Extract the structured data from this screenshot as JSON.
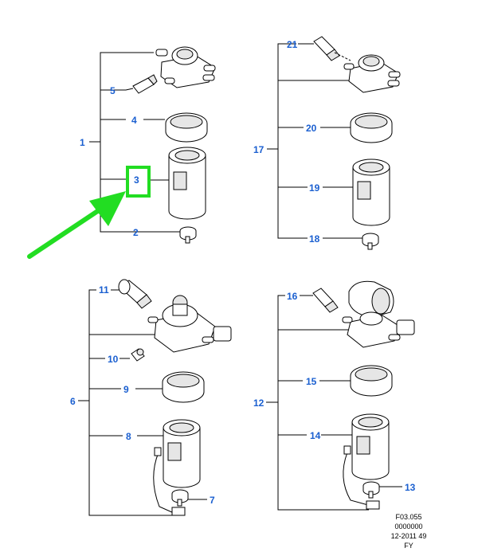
{
  "callouts": {
    "c1": "1",
    "c2": "2",
    "c3": "3",
    "c4": "4",
    "c5": "5",
    "c6": "6",
    "c7": "7",
    "c8": "8",
    "c9": "9",
    "c10": "10",
    "c11": "11",
    "c12": "12",
    "c13": "13",
    "c14": "14",
    "c15": "15",
    "c16": "16",
    "c17": "17",
    "c18": "18",
    "c19": "19",
    "c20": "20",
    "c21": "21"
  },
  "reference": {
    "line1": "F03.055",
    "line2": "0000000",
    "line3": "12-2011 49",
    "line4": "FY"
  },
  "colors": {
    "callout_text": "#1a5fd0",
    "highlight": "#22dd22",
    "line": "#000000"
  }
}
